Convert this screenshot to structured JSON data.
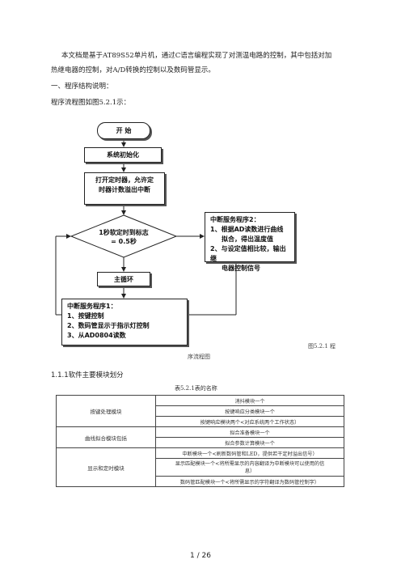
{
  "intro_line1": "本文档是基于AT89S52单片机，通过C语言编程实现了对测温电路的控制，其中包括对加",
  "intro_line2": "热继电器的控制，对A/D转换的控制以及数码管显示。",
  "section_heading": "一、程序结构说明：",
  "flow_intro": "程序流程图如图5.2.1示：",
  "flowchart": {
    "start": "开 始",
    "init": "系统初始化",
    "timer_line1": "打开定时器，允许定",
    "timer_line2": "时器计数溢出中断",
    "decision_line1": "1秒软定时到标志",
    "decision_line2": "= 0.5秒",
    "mainloop": "主循环",
    "isr1_title": "中断服务程序1：",
    "isr1_items": [
      "1、按键控制",
      "2、数码管显示于指示灯控制",
      "3、从AD0804读数"
    ],
    "isr2_title": "中断服务程序2：",
    "isr2_items": [
      "1、根据AD读数进行曲线",
      "拟合，得出温度值",
      "2、与设定值相比较，输出继",
      "电器控制信号"
    ]
  },
  "caption_right": "图5.2.1 程",
  "caption_left": "序流程图",
  "sub_heading": "1.1.1软件主要模块划分",
  "table_title": "表5.2.1表的名称",
  "table": {
    "rows": [
      {
        "category": "按键处理模块",
        "items": [
          "消抖模块一个",
          "按键响应分类模块一个",
          "按键响应模块两个<对应系统两个工作状态）"
        ]
      },
      {
        "category": "曲线拟合模块包括",
        "items": [
          "拟合准备模块一个",
          "拟合参数计算模块一个"
        ]
      },
      {
        "category": "显示和定时模块",
        "items": [
          "中断模块一个<刷新数码管和LED，提供若干定时溢出信号）",
          "显示匹配模块一个<将所需显示的内容翻译为中断模块可以使用的信",
          "息）",
          "数码管匹配模块一个<将所需显示的字符翻译为数码管控制字）"
        ]
      }
    ]
  },
  "page_number": "1 / 26"
}
